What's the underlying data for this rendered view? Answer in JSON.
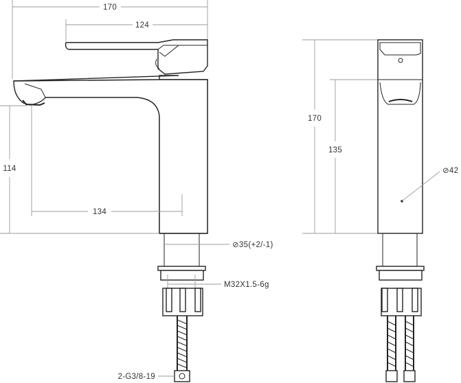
{
  "dimensions": {
    "total_height_side": "170",
    "lever_length": "124",
    "height_to_spout": "114",
    "spout_reach": "134",
    "hole_diameter": "⊘35(+2/-1)",
    "thread": "M32X1.5-6g",
    "hose_connection": "2-G3/8-19",
    "total_height_front": "170",
    "front_body_height": "135",
    "body_diameter": "⊘42"
  },
  "colors": {
    "outline": "#222222",
    "dimension_line": "#9a9a9a",
    "text": "#333333"
  }
}
